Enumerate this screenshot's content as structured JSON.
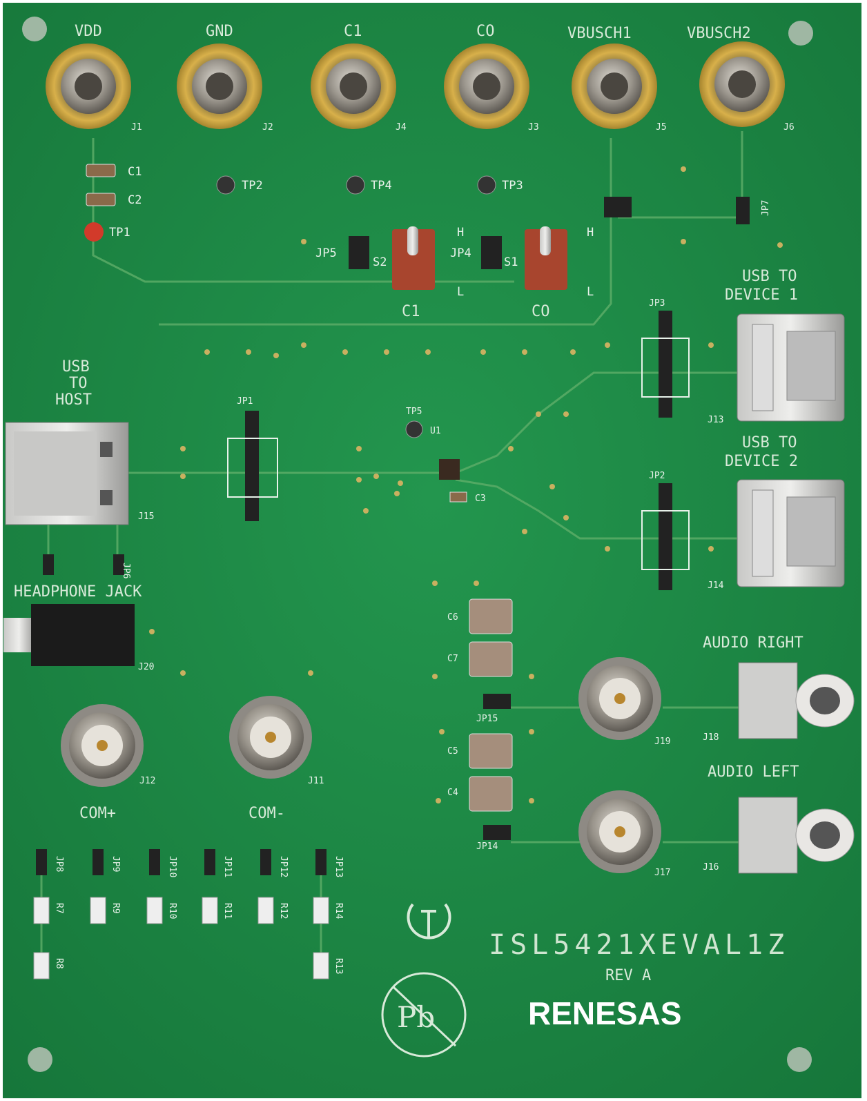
{
  "board": {
    "name": "ISL5421XEVAL1Z",
    "revision": "REV A",
    "brand": "RENESAS",
    "colors": {
      "pcb": "#1b8a45",
      "silkscreen": "#e8f2ea",
      "gold": "#c9a03c"
    }
  },
  "top_connectors": [
    {
      "label": "VDD",
      "ref": "J1"
    },
    {
      "label": "GND",
      "ref": "J2"
    },
    {
      "label": "C1",
      "ref": "J4"
    },
    {
      "label": "CO",
      "ref": "J3"
    },
    {
      "label": "VBUSCH1",
      "ref": "J5"
    },
    {
      "label": "VBUSCH2",
      "ref": "J6"
    }
  ],
  "small_parts": {
    "c1": "C1",
    "c2": "C2",
    "tp1": "TP1",
    "tp2": "TP2",
    "tp4": "TP4",
    "tp3": "TP3",
    "jp5": "JP5",
    "s2": "S2",
    "jp4": "JP4",
    "s1": "S1",
    "jp7": "JP7",
    "tp5": "TP5",
    "u1": "U1",
    "c3": "C3",
    "jp1": "JP1",
    "jp2": "JP2",
    "jp3": "JP3",
    "j13": "J13",
    "j14": "J14",
    "j15": "J15",
    "j20": "J20",
    "jp6": "JP6"
  },
  "switches": [
    {
      "label": "C1",
      "high": "H",
      "low": "L"
    },
    {
      "label": "CO",
      "high": "H",
      "low": "L"
    }
  ],
  "sections": {
    "usb_device_1": [
      "USB TO",
      "DEVICE 1"
    ],
    "usb_device_2": [
      "USB TO",
      "DEVICE 2"
    ],
    "usb_host": [
      "USB",
      "TO",
      "HOST"
    ],
    "headphone": "HEADPHONE JACK",
    "audio_right": "AUDIO RIGHT",
    "audio_left": "AUDIO LEFT",
    "com_plus": "COM+",
    "com_minus": "COM-"
  },
  "audio": {
    "caps": [
      "C6",
      "C7",
      "C5",
      "C4"
    ],
    "jp15": "JP15",
    "jp14": "JP14",
    "j19": "J19",
    "j17": "J17",
    "j18": "J18",
    "j16": "J16"
  },
  "com": {
    "j12": "J12",
    "j11": "J11"
  },
  "jumpers_bottom": [
    "JP8",
    "JP9",
    "JP10",
    "JP11",
    "JP12",
    "JP13"
  ],
  "resistors": [
    "R7",
    "R9",
    "R10",
    "R11",
    "R12",
    "R14"
  ],
  "resistors_lower": [
    "R8",
    "R13"
  ]
}
